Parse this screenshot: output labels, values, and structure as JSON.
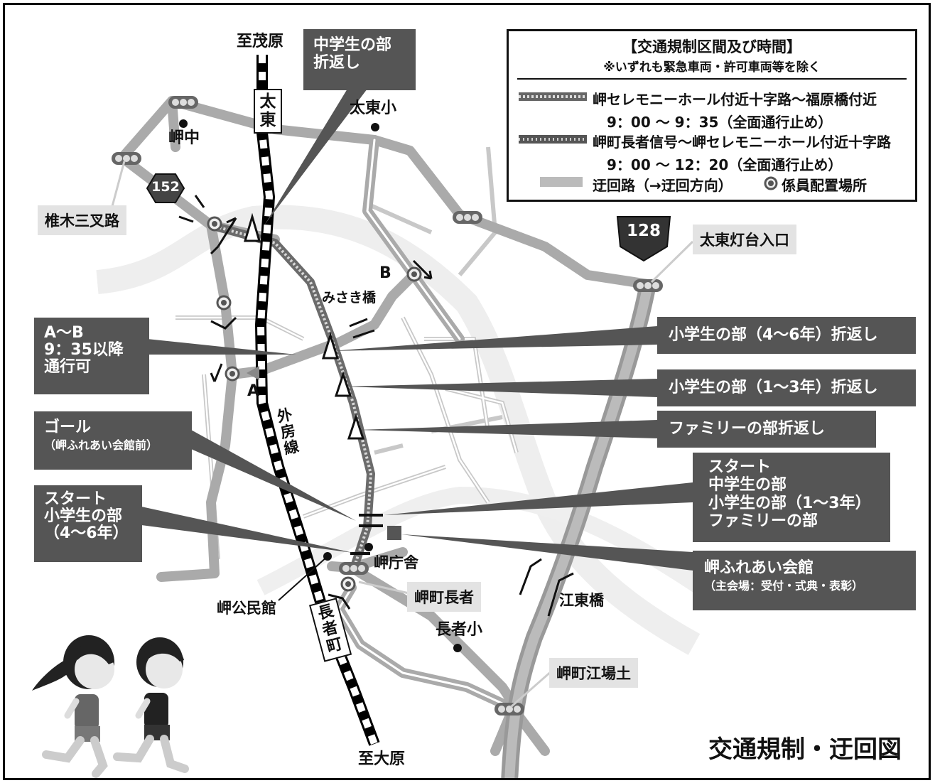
{
  "legend": {
    "title": "【交通規制区間及び時間】",
    "note": "※いずれも緊急車両・許可車両等を除く",
    "rows": [
      {
        "label": "岬セレモニーホール付近十字路〜福原橋付近",
        "time": "9：00 〜 9：35（全面通行止め）"
      },
      {
        "label": "岬町長者信号〜岬セレモニーホール付近十字路",
        "time": "9：00 〜 12：20（全面通行止め）"
      }
    ],
    "detour": "迂回路（→迂回方向）",
    "staff": "係員配置場所"
  },
  "map_title": "交通規制・迂回図",
  "places": {
    "mobara": "至茂原",
    "ohara": "至大原",
    "taito_rail": "太東",
    "chojamachi_rail": "長者町",
    "sotobo": "外房線",
    "taito_elem": "太東小",
    "misaki_jh": "岬中",
    "shiiki": "椎木三叉路",
    "route152": "152",
    "route128": "128",
    "taito_lighthouse": "太東灯台入口",
    "misaki_bridge": "みさき橋",
    "point_a": "A",
    "point_b": "B",
    "misaki_office": "岬庁舎",
    "misaki_community": "岬公民館",
    "misaki_choja": "岬町長者",
    "choja_elem": "長者小",
    "koto_bridge": "江東橋",
    "misaki_ebato": "岬町江場土"
  },
  "callouts": {
    "junior_turn": [
      "中学生の部",
      "折返し"
    ],
    "ab_open": [
      "A〜B",
      "9：35以降",
      "通行可"
    ],
    "goal": [
      "ゴール",
      "（岬ふれあい会館前）"
    ],
    "start_elem46": [
      "スタート",
      "小学生の部",
      "（4〜6年）"
    ],
    "elem46_turn": "小学生の部（4〜6年）折返し",
    "elem13_turn": "小学生の部（1〜3年）折返し",
    "family_turn": "ファミリーの部折返し",
    "start_main": [
      "スタート",
      "中学生の部",
      "小学生の部（1〜3年）",
      "ファミリーの部"
    ],
    "fureai": [
      "岬ふれあい会館",
      "（主会場：受付・式典・表彰）"
    ]
  }
}
